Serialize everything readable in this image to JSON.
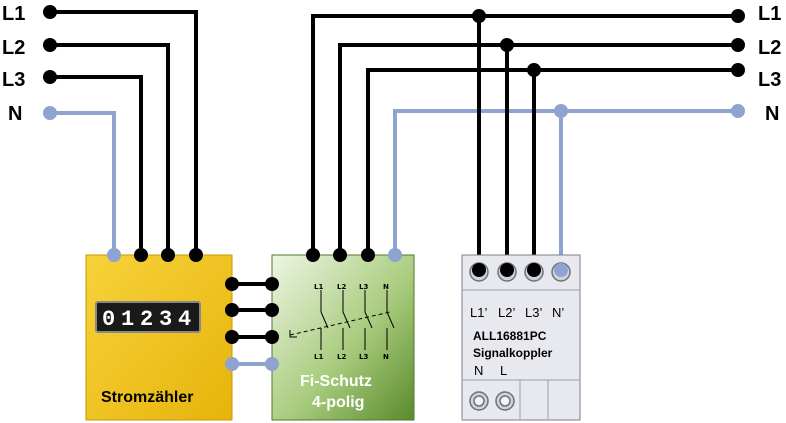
{
  "lines_left": {
    "l1": "L1",
    "l2": "L2",
    "l3": "L3",
    "n": "N"
  },
  "lines_right": {
    "l1": "L1",
    "l2": "L2",
    "l3": "L3",
    "n": "N"
  },
  "meter": {
    "label": "Stromzähler",
    "counter": [
      "0",
      "1",
      "2",
      "3",
      "4"
    ]
  },
  "rcd": {
    "label_line1": "Fi-Schutz",
    "label_line2": "4-polig",
    "top_terms": [
      "L1",
      "L2",
      "L3",
      "N"
    ],
    "bottom_terms": [
      "L1",
      "L2",
      "L3",
      "N"
    ]
  },
  "coupler": {
    "terms": [
      "L1’",
      "L2’",
      "L3’",
      "N’"
    ],
    "model": "ALL16881PC",
    "name": "Signalkoppler",
    "bottom_terms": [
      "N",
      "L"
    ]
  },
  "colors": {
    "phase": "#000000",
    "neutral": "#8ea3cf",
    "meter": "#f5c518",
    "rcd": "#9cc16e",
    "coupler": "#e8e9ef"
  }
}
